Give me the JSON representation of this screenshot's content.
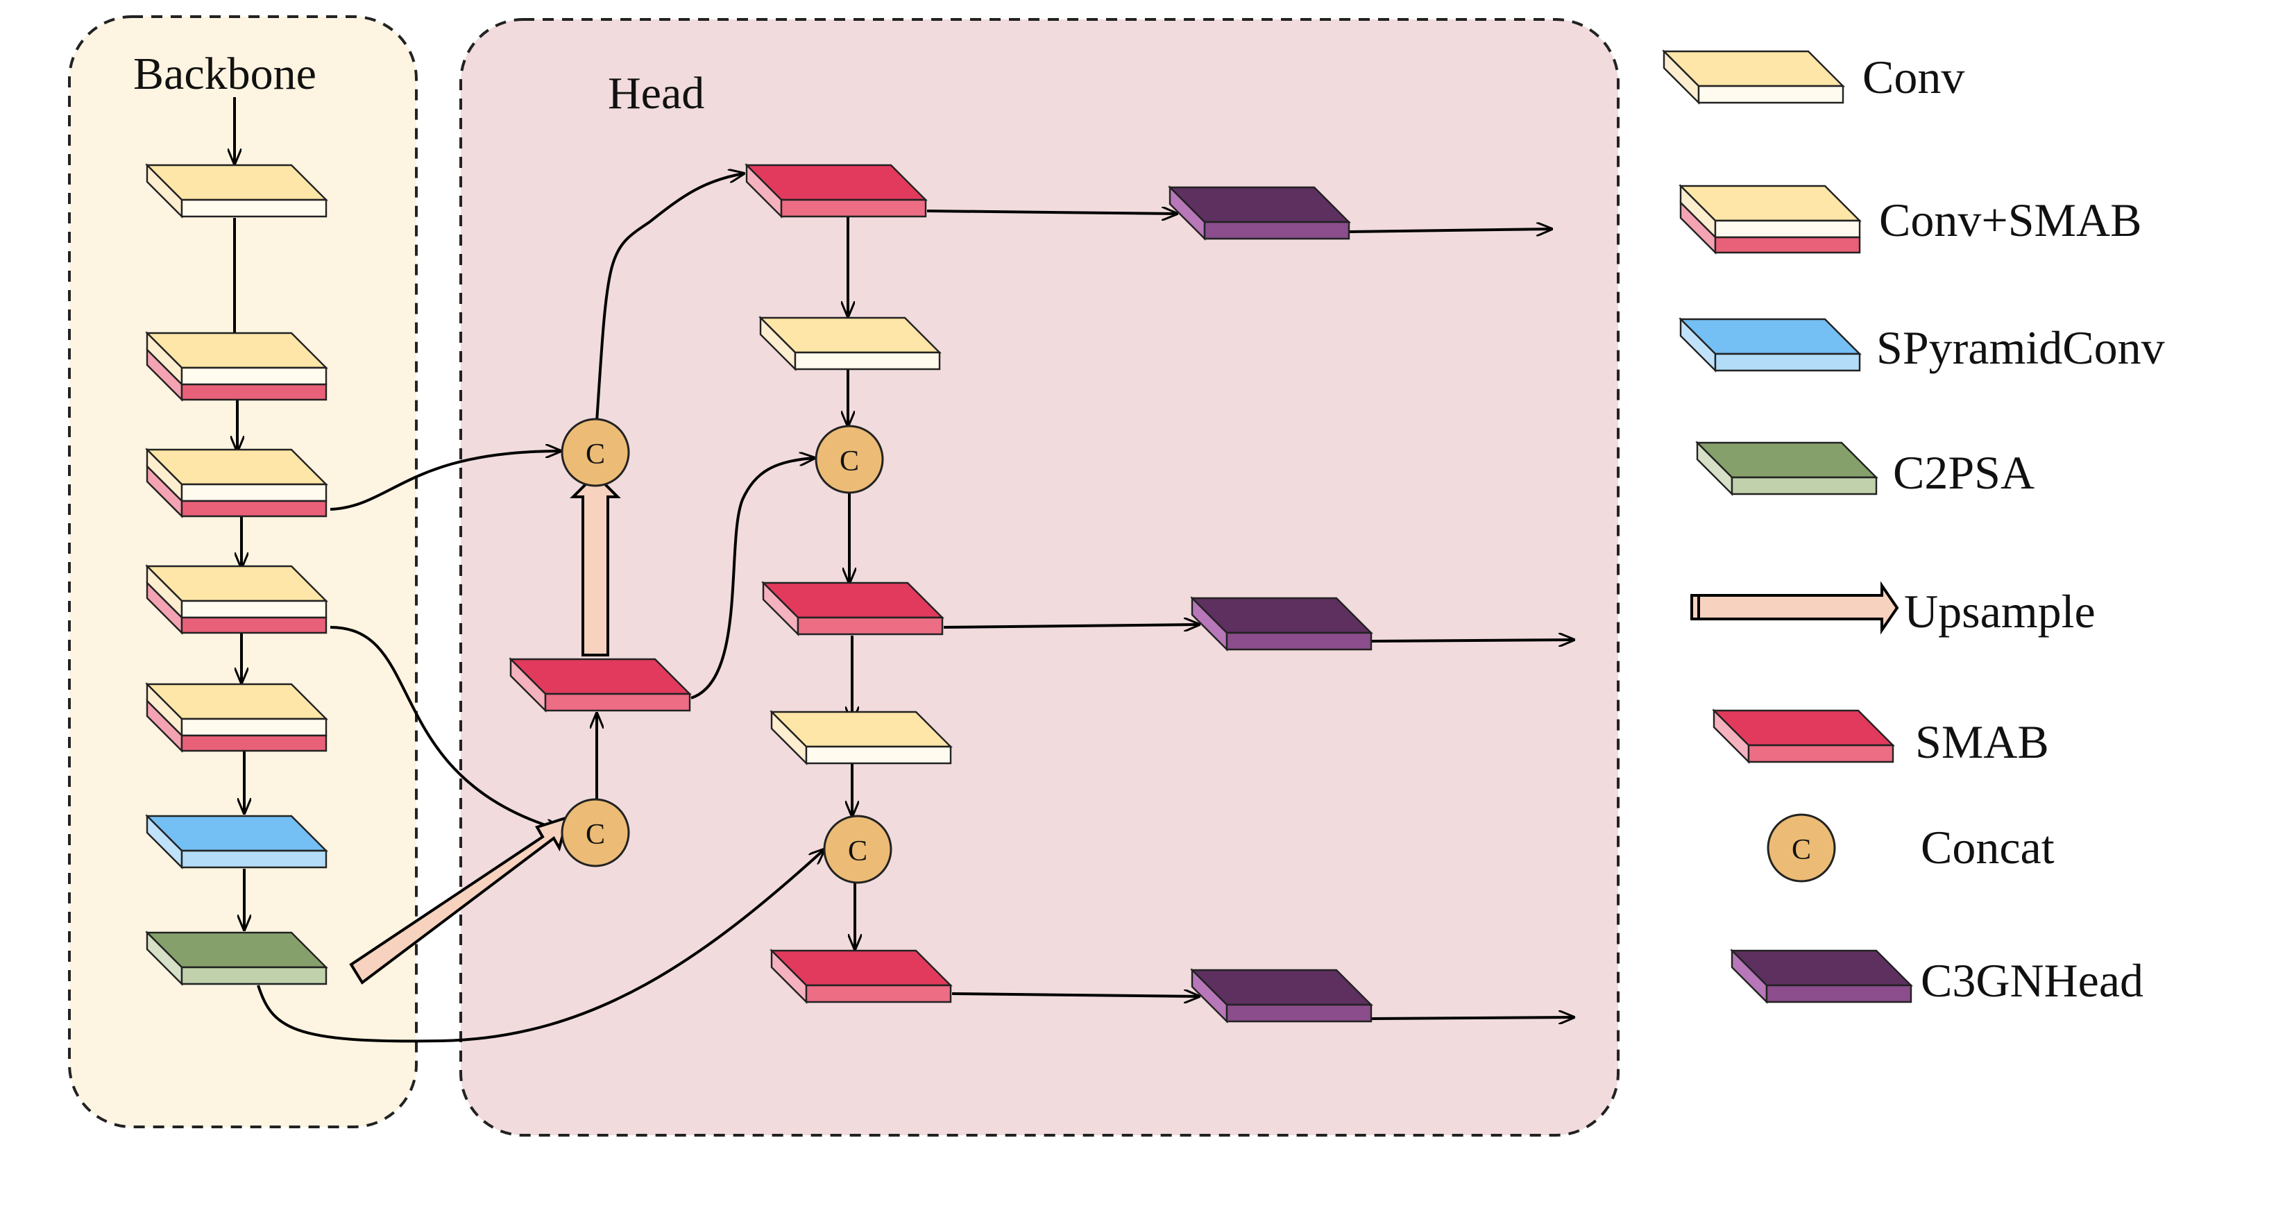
{
  "panels": {
    "backbone": {
      "label": "Backbone",
      "fill": "#fdf4e1"
    },
    "head": {
      "label": "Head",
      "fill": "#f1dbdc"
    }
  },
  "concat_symbol": "C",
  "legend": {
    "conv": "Conv",
    "conv_smab": "Conv+SMAB",
    "spyramid": "SPyramidConv",
    "c2psa": "C2PSA",
    "upsample": "Upsample",
    "smab": "SMAB",
    "concat": "Concat",
    "c3gnhead": "C3GNHead"
  },
  "colors": {
    "conv": "#fde6a7",
    "smab": "#e23a5d",
    "spyramid": "#74bff4",
    "c2psa": "#86a06c",
    "c3gnhead": "#5d3060",
    "concat": "#ecbb75",
    "upsample": "#f6d2bf"
  }
}
